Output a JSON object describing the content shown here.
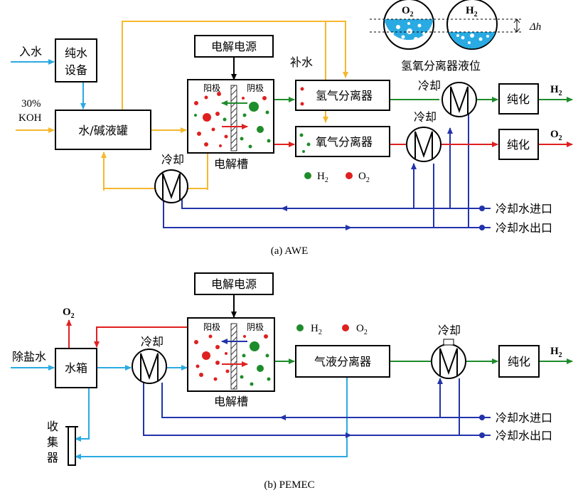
{
  "colors": {
    "water": "#2AAAE2",
    "koh": "#F5B82E",
    "h2": "#1E8C2A",
    "o2": "#E02020",
    "cooling": "#2233AA",
    "liquid": "#2AAAE2"
  },
  "awe": {
    "caption": "(a) AWE",
    "inlet_water": "入水",
    "pure_water_device_line1": "纯水",
    "pure_water_device_line2": "设备",
    "koh_line1": "30%",
    "koh_line2": "KOH",
    "tank": "水/碱液罐",
    "power": "电解电源",
    "anode": "阳极",
    "cathode": "阴极",
    "cell": "电解槽",
    "makeup_water": "补水",
    "h2_separator": "氢气分离器",
    "o2_separator": "氧气分离器",
    "cooling_top": "冷却",
    "cooling_mid": "冷却",
    "cooling_left": "冷却",
    "purify_h2": "纯化",
    "purify_o2": "纯化",
    "out_h2": "H",
    "out_h2_sub": "2",
    "out_o2": "O",
    "out_o2_sub": "2",
    "legend_h2": "H",
    "legend_h2_sub": "2",
    "legend_o2": "O",
    "legend_o2_sub": "2",
    "coolant_in": "冷却水进口",
    "coolant_out": "冷却水出口",
    "level_title": "氢氧分离器液位",
    "level_o2": "O",
    "level_o2_sub": "2",
    "level_h2": "H",
    "level_h2_sub": "2",
    "delta_h": "Δh"
  },
  "pemec": {
    "caption": "(b) PEMEC",
    "inlet": "除盐水",
    "tank": "水箱",
    "out_o2": "O",
    "out_o2_sub": "2",
    "cooling_left": "冷却",
    "power": "电解电源",
    "anode": "阳极",
    "cathode": "阴极",
    "cell": "电解槽",
    "legend_h2": "H",
    "legend_h2_sub": "2",
    "legend_o2": "O",
    "legend_o2_sub": "2",
    "separator": "气液分离器",
    "cooling_right": "冷却",
    "purify": "纯化",
    "out_h2": "H",
    "out_h2_sub": "2",
    "collector_1": "收",
    "collector_2": "集",
    "collector_3": "器",
    "coolant_in": "冷却水进口",
    "coolant_out": "冷却水出口"
  }
}
